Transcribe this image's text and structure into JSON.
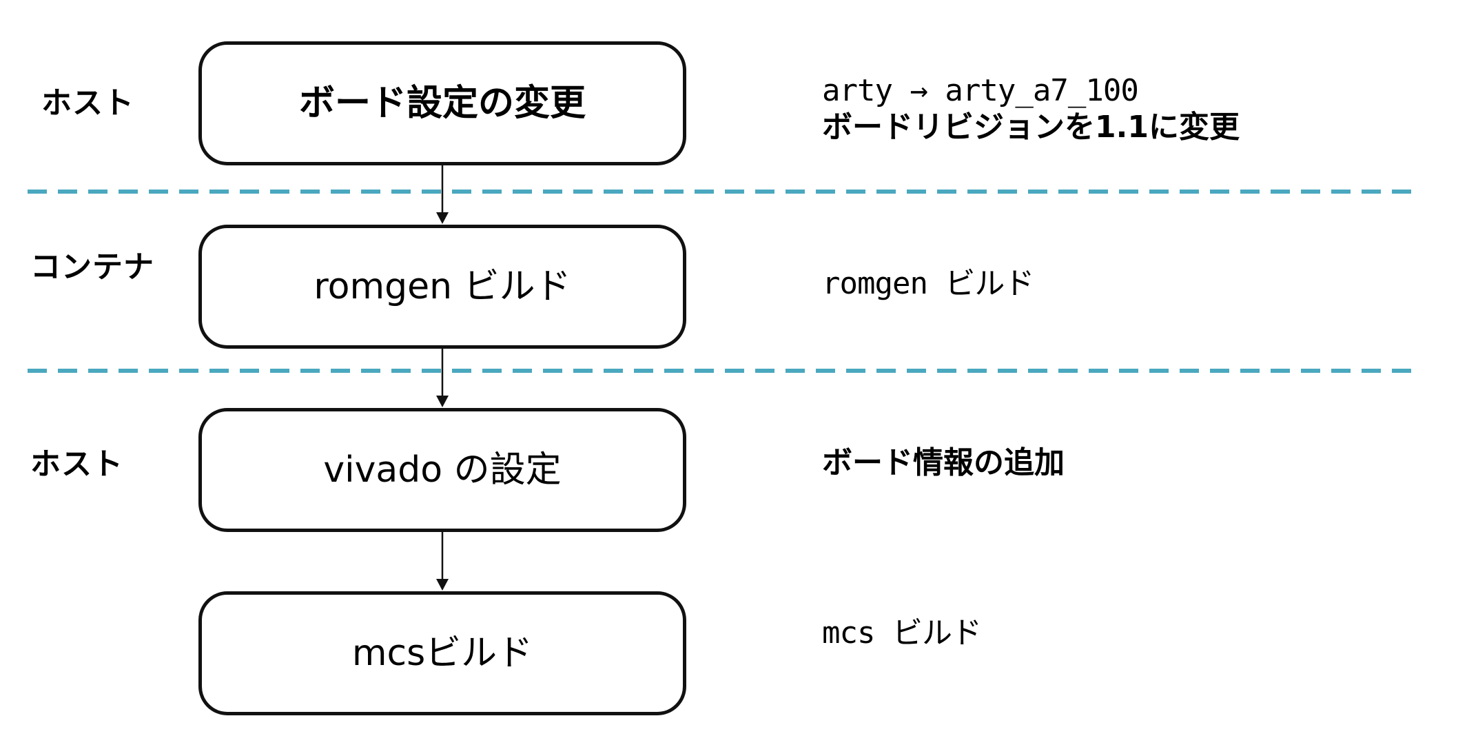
{
  "lanes": [
    {
      "label": "ホスト"
    },
    {
      "label": "コンテナ"
    },
    {
      "label": "ホスト"
    }
  ],
  "steps": [
    {
      "label": "ボード設定の変更"
    },
    {
      "label": "romgen ビルド"
    },
    {
      "label": "vivado の設定"
    },
    {
      "label": "mcsビルド"
    }
  ],
  "notes": {
    "board_change_line1": "arty → arty_a7_100",
    "board_change_line2": "ボードリビジョンを1.1に変更",
    "romgen": "romgen ビルド",
    "vivado": "ボード情報の追加",
    "mcs": "mcs ビルド"
  },
  "colors": {
    "lane_divider": "#4aa8bf",
    "box_border": "#111111",
    "arrow": "#111111"
  }
}
